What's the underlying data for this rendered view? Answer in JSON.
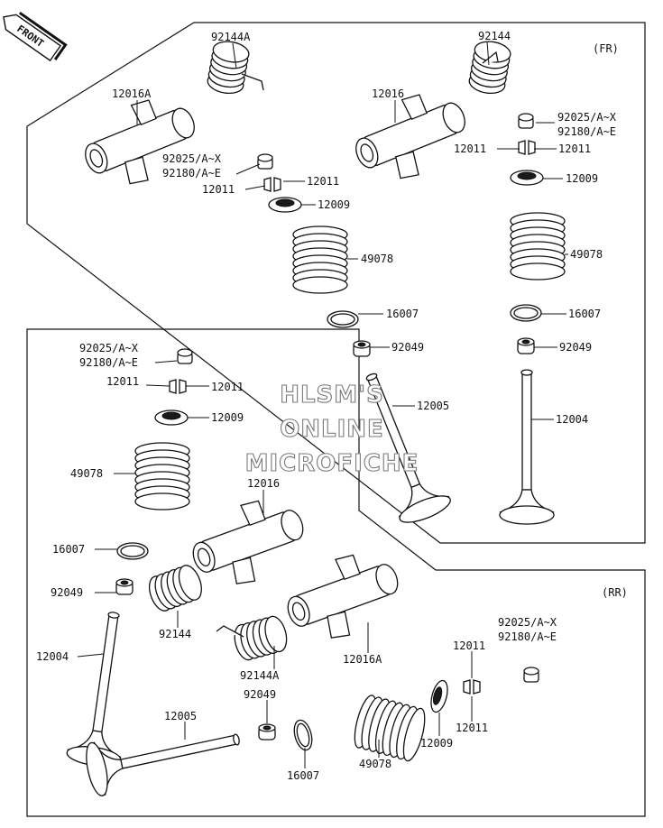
{
  "front_badge": "FRONT",
  "sections": {
    "front": "(FR)",
    "rear": "(RR)"
  },
  "watermark": [
    "HLSM'S",
    "ONLINE",
    "MICROFICHE"
  ],
  "callouts": [
    {
      "id": "fr-92144A",
      "text": "92144A"
    },
    {
      "id": "fr-12016A",
      "text": "12016A"
    },
    {
      "id": "fr-92025-l",
      "text": "92025/A~X"
    },
    {
      "id": "fr-92180-l",
      "text": "92180/A~E"
    },
    {
      "id": "fr-12011-la",
      "text": "12011"
    },
    {
      "id": "fr-12011-lb",
      "text": "12011"
    },
    {
      "id": "fr-12009-l",
      "text": "12009"
    },
    {
      "id": "fr-49078-l",
      "text": "49078"
    },
    {
      "id": "fr-16007-l",
      "text": "16007"
    },
    {
      "id": "fr-92049-l",
      "text": "92049"
    },
    {
      "id": "fr-12005",
      "text": "12005"
    },
    {
      "id": "fr-92144",
      "text": "92144"
    },
    {
      "id": "fr-12016",
      "text": "12016"
    },
    {
      "id": "fr-92025-r",
      "text": "92025/A~X"
    },
    {
      "id": "fr-92180-r",
      "text": "92180/A~E"
    },
    {
      "id": "fr-12011-ra",
      "text": "12011"
    },
    {
      "id": "fr-12011-rb",
      "text": "12011"
    },
    {
      "id": "fr-12009-r",
      "text": "12009"
    },
    {
      "id": "fr-49078-r",
      "text": "49078"
    },
    {
      "id": "fr-16007-r",
      "text": "16007"
    },
    {
      "id": "fr-92049-r",
      "text": "92049"
    },
    {
      "id": "fr-12004",
      "text": "12004"
    },
    {
      "id": "rr-92025-l",
      "text": "92025/A~X"
    },
    {
      "id": "rr-92180-l",
      "text": "92180/A~E"
    },
    {
      "id": "rr-12011-la",
      "text": "12011"
    },
    {
      "id": "rr-12011-lb",
      "text": "12011"
    },
    {
      "id": "rr-12009-l",
      "text": "12009"
    },
    {
      "id": "rr-49078-l",
      "text": "49078"
    },
    {
      "id": "rr-12016",
      "text": "12016"
    },
    {
      "id": "rr-16007-l",
      "text": "16007"
    },
    {
      "id": "rr-92049-l",
      "text": "92049"
    },
    {
      "id": "rr-92144",
      "text": "92144"
    },
    {
      "id": "rr-12004",
      "text": "12004"
    },
    {
      "id": "rr-92144A",
      "text": "92144A"
    },
    {
      "id": "rr-12016A",
      "text": "12016A"
    },
    {
      "id": "rr-92049-b",
      "text": "92049"
    },
    {
      "id": "rr-12005",
      "text": "12005"
    },
    {
      "id": "rr-16007-b",
      "text": "16007"
    },
    {
      "id": "rr-49078-b",
      "text": "49078"
    },
    {
      "id": "rr-12009-b",
      "text": "12009"
    },
    {
      "id": "rr-12011-ba",
      "text": "12011"
    },
    {
      "id": "rr-12011-bb",
      "text": "12011"
    },
    {
      "id": "rr-92025-r",
      "text": "92025/A~X"
    },
    {
      "id": "rr-92180-r",
      "text": "92180/A~E"
    }
  ]
}
